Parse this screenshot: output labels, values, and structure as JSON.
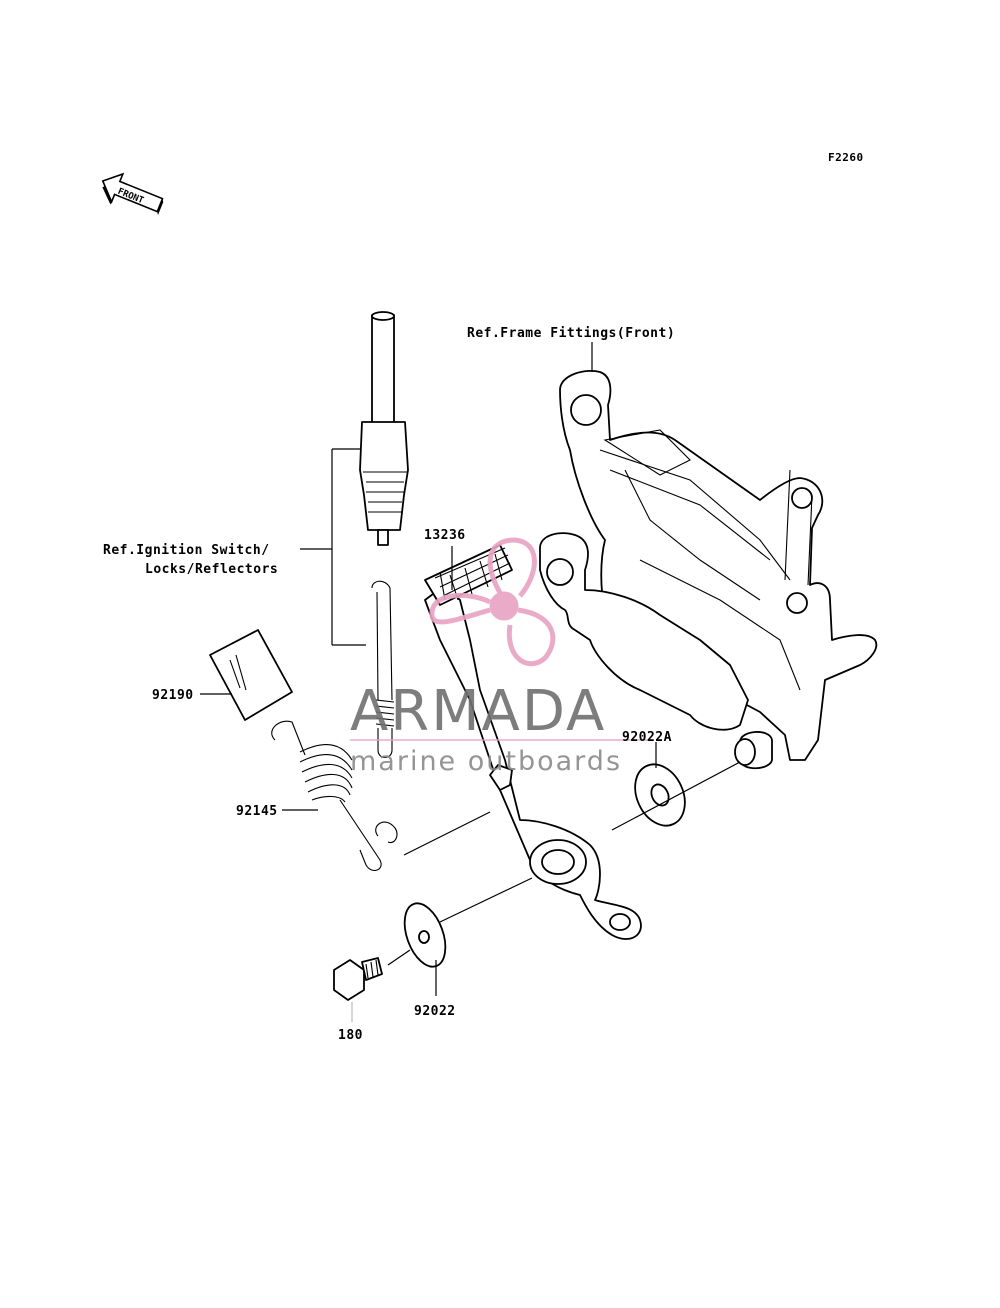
{
  "figure_code": "F2260",
  "front_arrow": {
    "label": "FRONT",
    "icon": "front-direction-arrow-icon"
  },
  "callouts": {
    "frame_ref": "Ref.Frame Fittings(Front)",
    "ignition_ref_line1": "Ref.Ignition Switch/",
    "ignition_ref_line2": "Locks/Reflectors",
    "p13236": "13236",
    "p92190": "92190",
    "p92145": "92145",
    "p92022A": "92022A",
    "p92022": "92022",
    "p180": "180"
  },
  "watermark": {
    "brand": "ARMADA",
    "tagline": "marine outboards",
    "accent_color": "#e8a3c4",
    "icon": "propeller-logo-icon"
  }
}
